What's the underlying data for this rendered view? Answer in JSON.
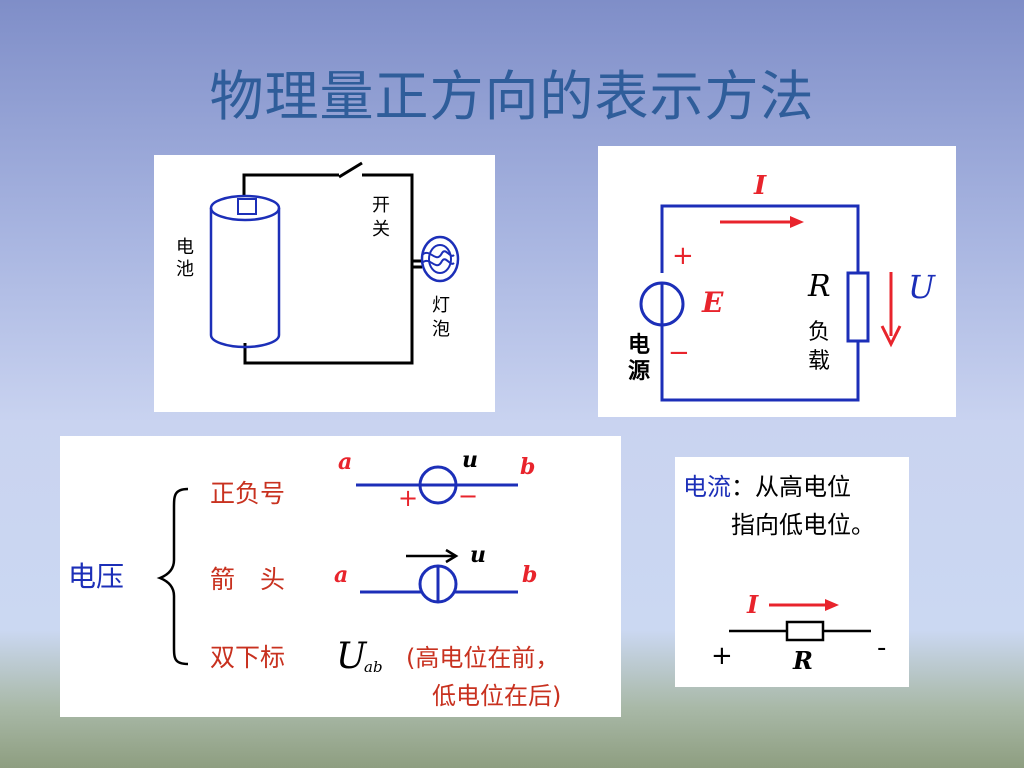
{
  "slide": {
    "title": "物理量正方向的表示方法"
  },
  "circuit_photo": {
    "battery_label": [
      "电",
      "池"
    ],
    "switch_label": [
      "开",
      "关"
    ],
    "lamp_label": [
      "灯",
      "泡"
    ]
  },
  "schematic": {
    "current_symbol": "I",
    "plus_sign": "+",
    "minus_sign": "−",
    "emf_symbol": "E",
    "source_label": [
      "电",
      "源"
    ],
    "resistor_symbol": "R",
    "load_label": [
      "负",
      "载"
    ],
    "voltage_symbol": "U",
    "colors": {
      "wire": "#1c2fb8",
      "arrow": "#e8242c",
      "emf": "#e8242c"
    }
  },
  "voltage_panel": {
    "voltage_label": "电压",
    "methods": [
      {
        "label": "正负号",
        "node_a": "a",
        "element": "u",
        "node_b": "b",
        "plus": "+",
        "minus": "−"
      },
      {
        "label": "箭　头",
        "node_a": "a",
        "element": "u",
        "node_b": "b"
      },
      {
        "label": "双下标",
        "symbol_main": "U",
        "symbol_sub": "ab",
        "note_line1": "(高电位在前，",
        "note_line2": "低电位在后)"
      }
    ],
    "colors": {
      "label": "#c8311f",
      "voltage": "#1c2fb8",
      "node": "#e8242c"
    }
  },
  "current_panel": {
    "heading": "电流",
    "text_line1": "：从高电位",
    "text_line2": "指向低电位。",
    "current_symbol": "I",
    "plus_sign": "+",
    "minus_sign": "-",
    "resistor_symbol": "R"
  }
}
